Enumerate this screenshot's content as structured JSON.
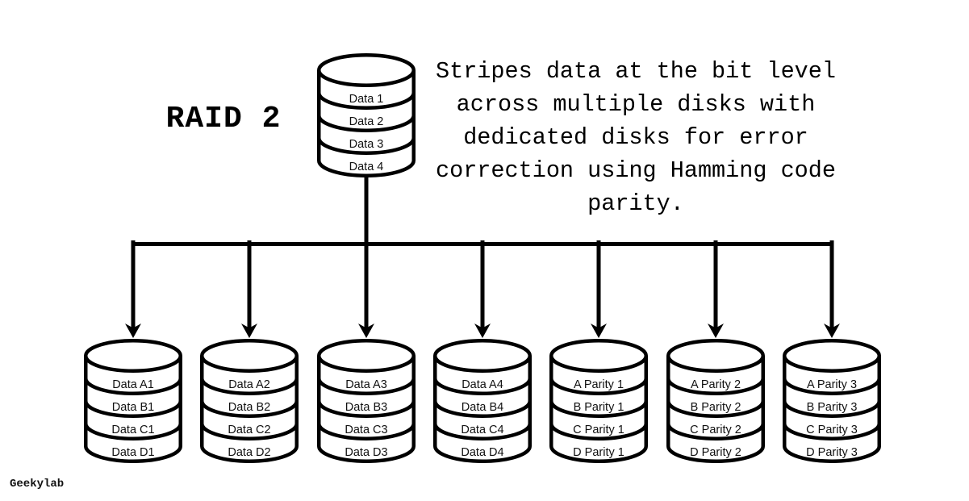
{
  "colors": {
    "stroke": "#000000",
    "background": "#ffffff",
    "text": "#000000"
  },
  "title": "RAID 2",
  "description": {
    "lines": [
      "Stripes data at the bit level",
      "across multiple disks with",
      "dedicated disks for error",
      "correction using Hamming code",
      "parity."
    ]
  },
  "watermark": "Geekylab",
  "disks": {
    "source": {
      "labels": [
        "Data 1",
        "Data 2",
        "Data 3",
        "Data 4"
      ]
    },
    "children": [
      {
        "labels": [
          "Data A1",
          "Data B1",
          "Data C1",
          "Data D1"
        ]
      },
      {
        "labels": [
          "Data A2",
          "Data B2",
          "Data C2",
          "Data D2"
        ]
      },
      {
        "labels": [
          "Data A3",
          "Data B3",
          "Data C3",
          "Data D3"
        ]
      },
      {
        "labels": [
          "Data A4",
          "Data B4",
          "Data C4",
          "Data D4"
        ]
      },
      {
        "labels": [
          "A Parity 1",
          "B Parity 1",
          "C Parity 1",
          "D Parity 1"
        ]
      },
      {
        "labels": [
          "A Parity 2",
          "B Parity 2",
          "C Parity 2",
          "D Parity 2"
        ]
      },
      {
        "labels": [
          "A Parity 3",
          "B Parity 3",
          "C Parity 3",
          "D Parity 3"
        ]
      }
    ]
  }
}
